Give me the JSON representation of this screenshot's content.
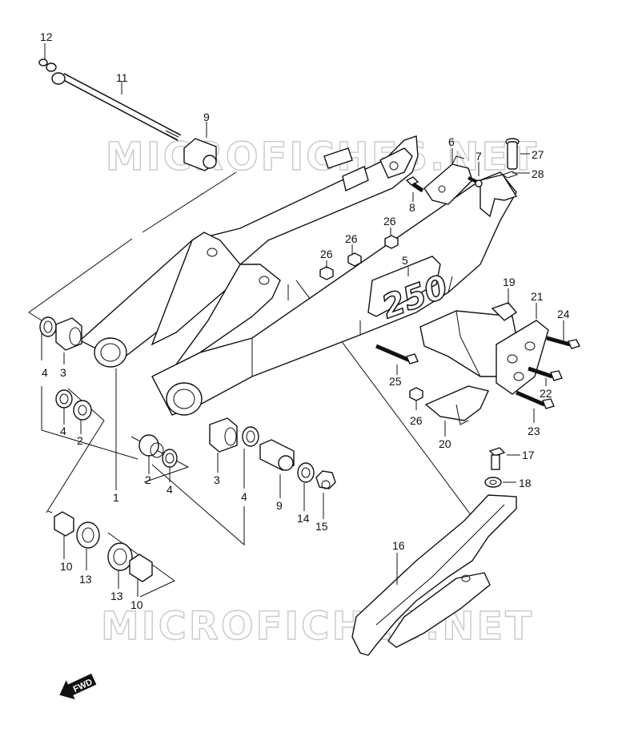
{
  "watermark": "MICROFICHES.NET",
  "direction_label": "FWD",
  "model_badge": "250",
  "callouts": [
    {
      "id": "c12",
      "num": "12"
    },
    {
      "id": "c11",
      "num": "11"
    },
    {
      "id": "c9a",
      "num": "9"
    },
    {
      "id": "c6",
      "num": "6"
    },
    {
      "id": "c7",
      "num": "7"
    },
    {
      "id": "c8",
      "num": "8"
    },
    {
      "id": "c27",
      "num": "27"
    },
    {
      "id": "c28",
      "num": "28"
    },
    {
      "id": "c26a",
      "num": "26"
    },
    {
      "id": "c26b",
      "num": "26"
    },
    {
      "id": "c26c",
      "num": "26"
    },
    {
      "id": "c5",
      "num": "5"
    },
    {
      "id": "c19",
      "num": "19"
    },
    {
      "id": "c21",
      "num": "21"
    },
    {
      "id": "c24",
      "num": "24"
    },
    {
      "id": "c25",
      "num": "25"
    },
    {
      "id": "c22",
      "num": "22"
    },
    {
      "id": "c26d",
      "num": "26"
    },
    {
      "id": "c23",
      "num": "23"
    },
    {
      "id": "c20",
      "num": "20"
    },
    {
      "id": "c4a",
      "num": "4"
    },
    {
      "id": "c3a",
      "num": "3"
    },
    {
      "id": "c4b",
      "num": "4"
    },
    {
      "id": "c2a",
      "num": "2"
    },
    {
      "id": "c2b",
      "num": "2"
    },
    {
      "id": "c4c",
      "num": "4"
    },
    {
      "id": "c1",
      "num": "1"
    },
    {
      "id": "c3b",
      "num": "3"
    },
    {
      "id": "c4d",
      "num": "4"
    },
    {
      "id": "c9b",
      "num": "9"
    },
    {
      "id": "c14",
      "num": "14"
    },
    {
      "id": "c15",
      "num": "15"
    },
    {
      "id": "c17",
      "num": "17"
    },
    {
      "id": "c18",
      "num": "18"
    },
    {
      "id": "c16",
      "num": "16"
    },
    {
      "id": "c10a",
      "num": "10"
    },
    {
      "id": "c13a",
      "num": "13"
    },
    {
      "id": "c13b",
      "num": "13"
    },
    {
      "id": "c10b",
      "num": "10"
    }
  ]
}
